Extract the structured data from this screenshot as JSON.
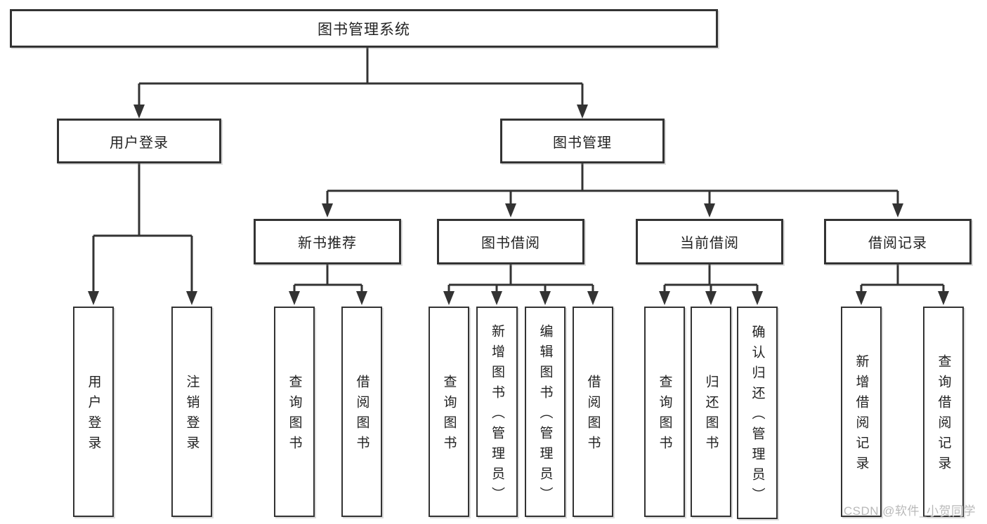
{
  "colors": {
    "line": "#333333",
    "box_border": "#333333",
    "text": "#222222",
    "watermark": "#b9b9b9",
    "background": "#ffffff"
  },
  "watermark": {
    "text": "CSDN @软件_小贺同学"
  },
  "tree": {
    "label": "图书管理系统",
    "children": [
      {
        "label": "用户登录",
        "children": [
          {
            "label": "用户登录"
          },
          {
            "label": "注销登录"
          }
        ]
      },
      {
        "label": "图书管理",
        "children": [
          {
            "label": "新书推荐",
            "children": [
              {
                "label": "查询图书"
              },
              {
                "label": "借阅图书"
              }
            ]
          },
          {
            "label": "图书借阅",
            "children": [
              {
                "label": "查询图书"
              },
              {
                "label": "新增图书（管理员）"
              },
              {
                "label": "编辑图书（管理员）"
              },
              {
                "label": "借阅图书"
              }
            ]
          },
          {
            "label": "当前借阅",
            "children": [
              {
                "label": "查询图书"
              },
              {
                "label": "归还图书"
              },
              {
                "label": "确认归还（管理员）"
              }
            ]
          },
          {
            "label": "借阅记录",
            "children": [
              {
                "label": "新增借阅记录"
              },
              {
                "label": "查询借阅记录"
              }
            ]
          }
        ]
      }
    ]
  }
}
